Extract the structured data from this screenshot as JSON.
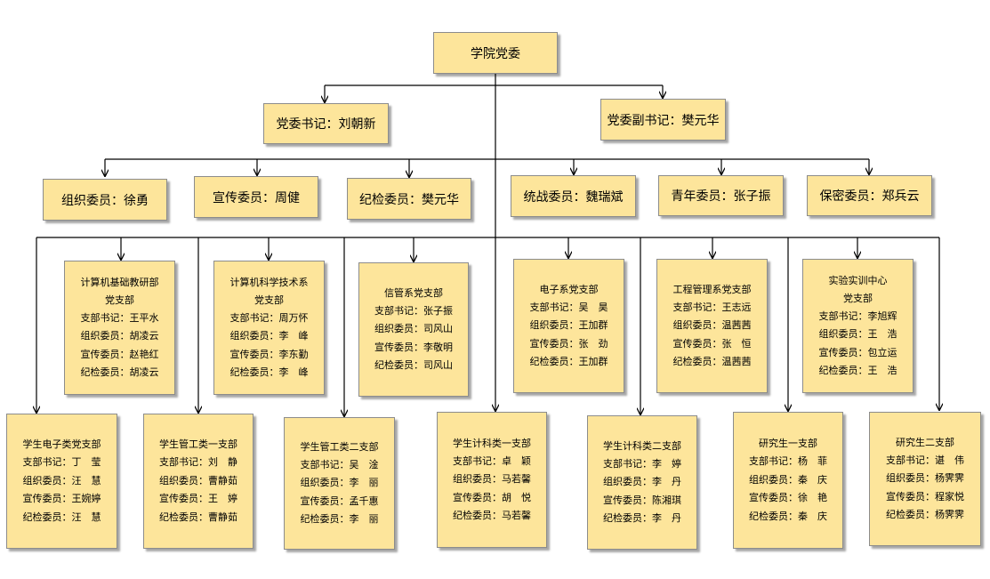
{
  "root": "学院党委",
  "secretary": "党委书记：刘朝新",
  "deputy_secretary": "党委副书记：樊元华",
  "committee": [
    "组织委员：徐勇",
    "宣传委员：周健",
    "纪检委员：樊元华",
    "统战委员：魏瑞斌",
    "青年委员：张子振",
    "保密委员：郑兵云"
  ],
  "branches_top": [
    {
      "title": [
        "计算机基础教研部",
        "党支部"
      ],
      "members": [
        "支部书记：王平水",
        "组织委员：胡凌云",
        "宣传委员：赵艳红",
        "纪检委员：胡凌云"
      ]
    },
    {
      "title": [
        "计算机科学技术系",
        "党支部"
      ],
      "members": [
        "支部书记：周万怀",
        "组织委员：李　峰",
        "宣传委员：李东勤",
        "纪检委员：李　峰"
      ]
    },
    {
      "title": [
        "信管系党支部"
      ],
      "members": [
        "支部书记：张子振",
        "组织委员：司风山",
        "宣传委员：李敬明",
        "纪检委员：司风山"
      ]
    },
    {
      "title": [
        "电子系党支部"
      ],
      "members": [
        "支部书记：吴　昊",
        "组织委员：王加群",
        "宣传委员：张　劲",
        "纪检委员：王加群"
      ]
    },
    {
      "title": [
        "工程管理系党支部"
      ],
      "members": [
        "支部书记：王志远",
        "组织委员：温茜茜",
        "宣传委员：张　恒",
        "纪检委员：温茜茜"
      ]
    },
    {
      "title": [
        "实验实训中心",
        "党支部"
      ],
      "members": [
        "支部书记：李旭辉",
        "组织委员：王　浩",
        "宣传委员：包立运",
        "纪检委员：王　浩"
      ]
    }
  ],
  "branches_bottom": [
    {
      "title": [
        "学生电子类党支部"
      ],
      "members": [
        "支部书记：丁　莹",
        "组织委员：汪　慧",
        "宣传委员：王婉婷",
        "纪检委员：汪　慧"
      ]
    },
    {
      "title": [
        "学生管工类一支部"
      ],
      "members": [
        "支部书记：刘　静",
        "组织委员：曹静茹",
        "宣传委员：王　婷",
        "纪检委员：曹静茹"
      ]
    },
    {
      "title": [
        "学生管工类二支部"
      ],
      "members": [
        "支部书记：吴　淦",
        "组织委员：李　丽",
        "宣传委员：孟千惠",
        "纪检委员：李　丽"
      ]
    },
    {
      "title": [
        "学生计科类一支部"
      ],
      "members": [
        "支部书记：卓　颖",
        "组织委员：马若馨",
        "宣传委员：胡　悦",
        "纪检委员：马若馨"
      ]
    },
    {
      "title": [
        "学生计科类二支部"
      ],
      "members": [
        "支部书记：李　婷",
        "组织委员：李　丹",
        "宣传委员：陈湘琪",
        "纪检委员：李　丹"
      ]
    },
    {
      "title": [
        "研究生一支部"
      ],
      "members": [
        "支部书记：杨　菲",
        "组织委员：秦　庆",
        "宣传委员：徐　艳",
        "纪检委员：秦　庆"
      ]
    },
    {
      "title": [
        "研究生二支部"
      ],
      "members": [
        "支部书记：谌　伟",
        "组织委员：杨霁霁",
        "宣传委员：程家悦",
        "纪检委员：杨霁霁"
      ]
    }
  ],
  "colors": {
    "box_fill": "#fde59b",
    "box_border": "#8c8c8c",
    "line": "#000000"
  }
}
